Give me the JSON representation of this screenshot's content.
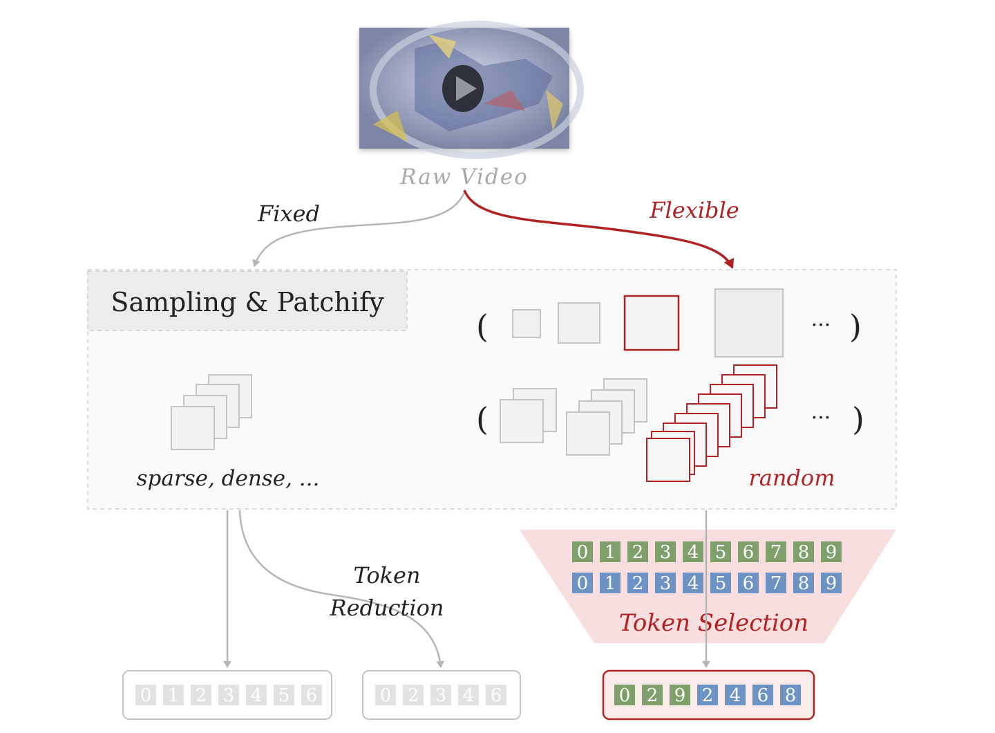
{
  "raw_video": {
    "label": "Raw Video"
  },
  "paths": {
    "fixed": "Fixed",
    "flexible": "Flexible"
  },
  "sampling": {
    "title": "Sampling & Patchify",
    "sparse_dense_label": "sparse, dense, ...",
    "random_label": "random",
    "open_paren": "(",
    "close_paren": ")",
    "ellipsis": "···"
  },
  "token_reduction": {
    "line1": "Token",
    "line2": "Reduction"
  },
  "token_selection": {
    "label": "Token Selection",
    "green_row": [
      "0",
      "1",
      "2",
      "3",
      "4",
      "5",
      "6",
      "7",
      "8",
      "9"
    ],
    "blue_row": [
      "0",
      "1",
      "2",
      "3",
      "4",
      "5",
      "6",
      "7",
      "8",
      "9"
    ]
  },
  "outputs": {
    "full_tokens": [
      "0",
      "1",
      "2",
      "3",
      "4",
      "5",
      "6"
    ],
    "reduced_tokens": [
      "0",
      "2",
      "3",
      "4",
      "6"
    ],
    "selected_tokens": [
      {
        "v": "0",
        "c": "green"
      },
      {
        "v": "2",
        "c": "green"
      },
      {
        "v": "9",
        "c": "green"
      },
      {
        "v": "2",
        "c": "blue"
      },
      {
        "v": "4",
        "c": "blue"
      },
      {
        "v": "6",
        "c": "blue"
      },
      {
        "v": "8",
        "c": "blue"
      }
    ]
  },
  "colors": {
    "accent_red": "#b22222",
    "token_green": "#7fa06a",
    "token_blue": "#6d93c4",
    "grey_line": "#b5b5b5",
    "panel_fill": "#fafafa",
    "selection_fill": "#f8dede"
  }
}
